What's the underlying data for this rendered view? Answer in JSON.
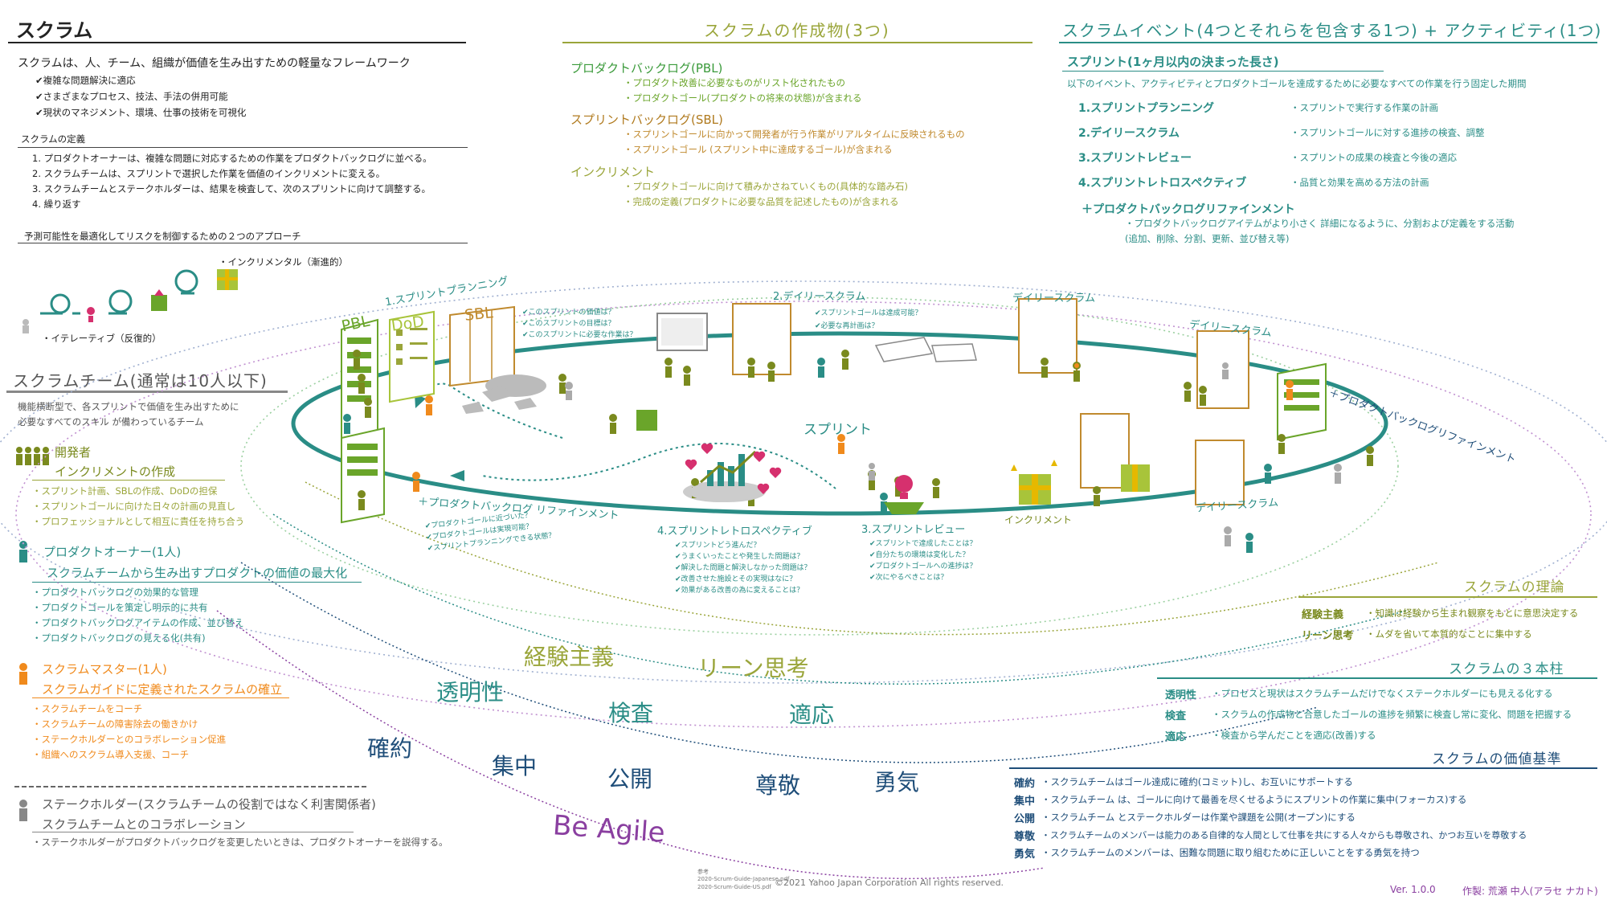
{
  "left": {
    "title": "スクラム",
    "intro": "スクラムは、人、チーム、組織が価値を生み出すための軽量なフレームワーク",
    "intro_items": [
      "✔複雑な問題解決に適応",
      "✔さまざまなプロセス、技法、手法の併用可能",
      "✔現状のマネジメント、環境、仕事の技術を可視化"
    ],
    "def_title": "スクラムの定義",
    "def_items": [
      "1. プロダクトオーナーは、複雑な問題に対応するための作業をプロダクトバックログに並べる。",
      "2. スクラムチームは、スプリントで選択した作業を価値のインクリメントに変える。",
      "3. スクラムチームとステークホルダーは、結果を検査して、次のスプリントに向けて調整する。",
      "4. 繰り返す"
    ],
    "approach_title": "予測可能性を最適化してリスクを制御するための２つのアプローチ",
    "incremental": "・インクリメンタル（漸進的）",
    "iterative": "・イテレーティブ（反復的）"
  },
  "team": {
    "title": "スクラムチーム(通常は10人以下)",
    "desc1": "機能横断型で、各スプリントで価値を生み出すために",
    "desc2": "必要なすべてのスキル が備わっているチーム",
    "dev_title": "開発者",
    "dev_sub": "インクリメントの作成",
    "dev_items": [
      "・スプリント計画、SBLの作成、DoDの担保",
      "・スプリントゴールに向けた日々の計画の見直し",
      "・プロフェッショナルとして相互に責任を持ち合う"
    ],
    "po_title": "プロダクトオーナー(1人)",
    "po_sub": "スクラムチームから生み出すプロダクトの価値の最大化",
    "po_items": [
      "・プロダクトバックログの効果的な管理",
      "・プロダクトゴールを策定し明示的に共有",
      "・プロダクトバックログアイテムの作成、並び替え",
      "・プロダクトバックログの見える化(共有)"
    ],
    "sm_title": "スクラムマスター(1人)",
    "sm_sub": "スクラムガイドに定義されたスクラムの確立",
    "sm_items": [
      "・スクラムチームをコーチ",
      "・スクラムチームの障害除去の働きかけ",
      "・ステークホルダーとのコラボレーション促進",
      "・組織へのスクラム導入支援、コーチ"
    ],
    "sh_title": "ステークホルダー(スクラムチームの役割ではなく利害関係者)",
    "sh_sub": "スクラムチームとのコラボレーション",
    "sh_item": "・ステークホルダーがプロダクトバックログを変更したいときは、プロダクトオーナーを説得する。"
  },
  "artifacts": {
    "title": "スクラムの作成物(3つ)",
    "pbl_title": "プロダクトバックログ(PBL)",
    "pbl_items": [
      "・プロダクト改善に必要なものがリスト化されたもの",
      "・プロダクトゴール(プロダクトの将来の状態)が含まれる"
    ],
    "sbl_title": "スプリントバックログ(SBL)",
    "sbl_items": [
      "・スプリントゴールに向かって開発者が行う作業がリアルタイムに反映されるもの",
      "・スプリントゴール (スプリント中に達成するゴール)が含まれる"
    ],
    "inc_title": "インクリメント",
    "inc_items": [
      "・プロダクトゴールに向けて積みかさねていくもの(具体的な踏み石)",
      "・完成の定義(プロダクトに必要な品質を記述したもの)が含まれる"
    ]
  },
  "events": {
    "title": "スクラムイベント(4つとそれらを包含する1つ) + アクティビティ(1つ)",
    "sprint_title": "スプリント(1ヶ月以内の決まった長さ)",
    "sprint_desc": "以下のイベント、アクティビティとプロダクトゴールを達成するために必要なすべての作業を行う固定した期間",
    "rows": [
      {
        "name": "1.スプリントプランニング",
        "desc": "・スプリントで実行する作業の計画"
      },
      {
        "name": "2.デイリースクラム",
        "desc": "・スプリントゴールに対する進捗の検査、調整"
      },
      {
        "name": "3.スプリントレビュー",
        "desc": "・スプリントの成果の検査と今後の適応"
      },
      {
        "name": "4.スプリントレトロスペクティブ",
        "desc": "・品質と効果を高める方法の計画"
      }
    ],
    "refine_title": "＋プロダクトバックログリファインメント",
    "refine_desc1": "・プロダクトバックログアイテムがより小さく 詳細になるように、分割および定義をする活動",
    "refine_desc2": "(追加、削除、分割、更新、並び替え等)"
  },
  "diagram": {
    "sprint": "スプリント",
    "pbl": "PBL",
    "dod": "DoD",
    "sbl": "SBL",
    "planning": "1.スプリントプランニング",
    "planning_q": [
      "✔このスプリントの価値は？",
      "✔このスプリントの目標は？",
      "✔このスプリントに必要な作業は？"
    ],
    "daily": "2.デイリースクラム",
    "daily_q": [
      "✔スプリントゴールは達成可能？",
      "✔必要な再計画は？"
    ],
    "daily2": "デイリースクラム",
    "daily3": "デイリースクラム",
    "daily4": "デイリースクラム",
    "refine_right": "＋プロダクトバックログリファインメント",
    "refine_left": "＋プロダクトバックログ リファインメント",
    "refine_left_q": [
      "✔プロダクトゴールに近づいた？",
      "✔プロダクトゴールは実現可能？",
      "✔スプリントプランニングできる状態？"
    ],
    "retro": "4.スプリントレトロスペクティブ",
    "retro_q": [
      "✔スプリントどう進んだ？",
      "✔うまくいったことや発生した問題は？",
      "✔解決した問題と解決しなかった問題は？",
      "✔改善させた施設とその実現はなに？",
      "✔効果がある改善の為に変えることは？"
    ],
    "review": "3.スプリントレビュー",
    "review_q": [
      "✔スプリントで達成したことは？",
      "✔自分たちの環境は変化した？",
      "✔プロダクトゴールへの進捗は？",
      "✔次にやるべきことは？"
    ],
    "increment": "インクリメント"
  },
  "words": {
    "empiricism": "経験主義",
    "lean": "リーン思考",
    "transparency": "透明性",
    "inspection": "検査",
    "adaptation": "適応",
    "commitment": "確約",
    "focus": "集中",
    "openness": "公開",
    "respect": "尊敬",
    "courage": "勇気",
    "agile": "Be Agile"
  },
  "theory": {
    "title": "スクラムの理論",
    "rows": [
      {
        "k": "経験主義",
        "v": "・知識は経験から生まれ観察をもとに意思決定する"
      },
      {
        "k": "リーン思考",
        "v": "・ムダを省いて本質的なことに集中する"
      }
    ]
  },
  "pillars": {
    "title": "スクラムの３本柱",
    "rows": [
      {
        "k": "透明性",
        "v": "・プロセスと現状はスクラムチームだけでなくステークホルダーにも見える化する"
      },
      {
        "k": "検査",
        "v": "・スクラムの作成物と合意したゴールの進捗を頻繁に検査し常に変化、問題を把握する"
      },
      {
        "k": "適応",
        "v": "・検査から学んだことを適応(改善)する"
      }
    ]
  },
  "values": {
    "title": "スクラムの価値基準",
    "rows": [
      {
        "k": "確約",
        "v": "・スクラムチームはゴール達成に確約(コミット)し、お互いにサポートする"
      },
      {
        "k": "集中",
        "v": "・スクラムチーム は、ゴールに向けて最善を尽くせるようにスプリントの作業に集中(フォーカス)する"
      },
      {
        "k": "公開",
        "v": "・スクラムチーム とステークホルダーは作業や課題を公開(オープン)にする"
      },
      {
        "k": "尊敬",
        "v": "・スクラムチームのメンバーは能力のある自律的な人間として仕事を共にする人々からも尊敬され、かつお互いを尊敬する"
      },
      {
        "k": "勇気",
        "v": "・スクラムチームのメンバーは、困難な問題に取り組むために正しいことをする勇気を持つ"
      }
    ]
  },
  "footer": {
    "ref_title": "参考",
    "ref1": "2020-Scrum-Guide-Japanese.pdf",
    "ref2": "2020-Scrum-Guide-US.pdf",
    "copyright": "©2021 Yahoo Japan Corporation All rights reserved.",
    "version": "Ver. 1.0.0",
    "author": "作製: 荒瀬 中人(アラセ ナカト)"
  },
  "colors": {
    "olive": "#7a8a1e",
    "teal": "#2a8d86",
    "orange": "#f08a1c",
    "navy": "#1f4e79",
    "pink": "#d6306e",
    "purple": "#8a3fa0"
  }
}
